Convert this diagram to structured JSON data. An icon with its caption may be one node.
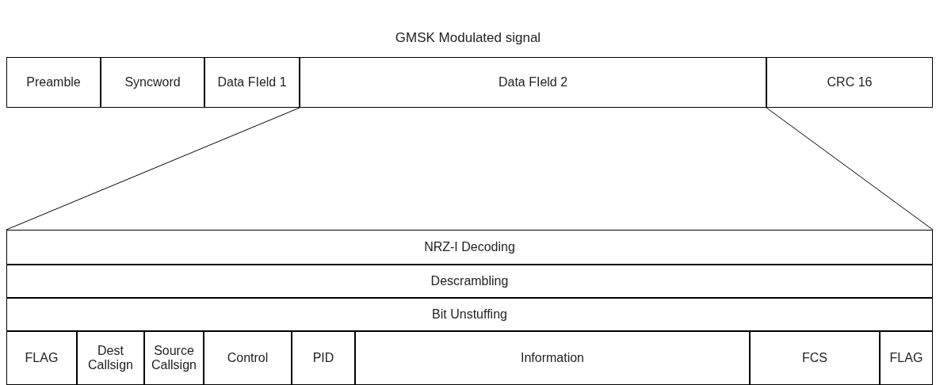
{
  "diagram": {
    "title": "GMSK Modulated signal",
    "nodes": [
      {
        "text": [
          "Preamble"
        ]
      },
      {
        "text": [
          "Syncword"
        ]
      },
      {
        "text": [
          "Data FIeld 1"
        ]
      },
      {
        "text": [
          "Data FIeld 2"
        ]
      },
      {
        "text": [
          "CRC 16"
        ]
      },
      {
        "text": [
          "NRZ-I Decoding"
        ]
      },
      {
        "text": [
          "Descrambling"
        ]
      },
      {
        "text": [
          "Bit Unstuffing"
        ]
      },
      {
        "text": [
          "FLAG"
        ]
      },
      {
        "text": [
          "Dest Callsign"
        ]
      },
      {
        "text": [
          "Source Callsign"
        ]
      },
      {
        "text": [
          "Control"
        ]
      },
      {
        "text": [
          "PID"
        ]
      },
      {
        "text": [
          "Information"
        ]
      },
      {
        "text": [
          "FCS"
        ]
      },
      {
        "text": [
          "FLAG"
        ]
      }
    ],
    "edges": [
      {
        "from": 3,
        "to": 5,
        "arrow": "none"
      },
      {
        "from": 3,
        "to": 5,
        "arrow": "none"
      }
    ]
  }
}
